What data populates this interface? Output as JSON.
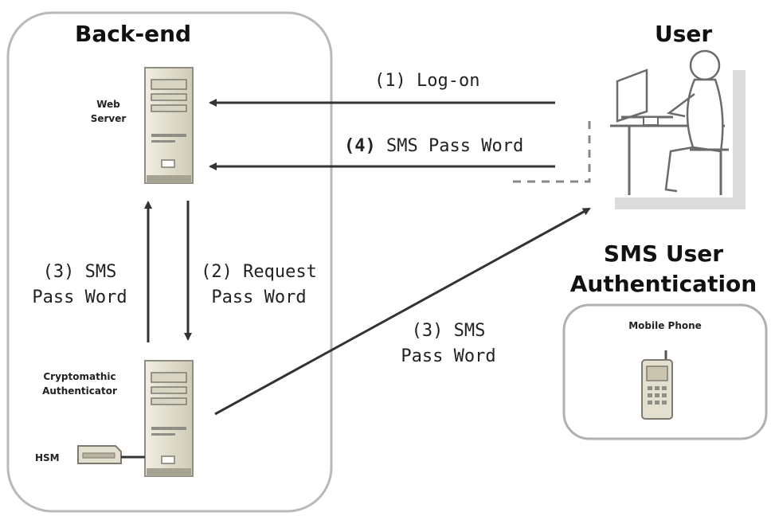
{
  "titles": {
    "backend": "Back-end",
    "user": "User",
    "sms_auth_line1": "SMS User",
    "sms_auth_line2": "Authentication"
  },
  "components": {
    "web_server_line1": "Web",
    "web_server_line2": "Server",
    "authenticator_line1": "Cryptomathic",
    "authenticator_line2": "Authenticator",
    "hsm": "HSM",
    "mobile_phone": "Mobile Phone"
  },
  "flows": {
    "logon": "(1) Log-on",
    "sms_password_4_num": "(4)",
    "sms_password_4_text": "SMS Pass Word",
    "request_line1": "(2) Request",
    "request_line2": "Pass Word",
    "sms_left_line1": "(3) SMS",
    "sms_left_line2": "Pass Word",
    "sms_right_line1": "(3) SMS",
    "sms_right_line2": "Pass Word"
  },
  "colors": {
    "panel_border": "#b9b9b9",
    "arrow": "#333333",
    "server_body": "#e4e0cf",
    "server_dark": "#8e8e84",
    "figure_stroke": "#6b6b6b"
  }
}
